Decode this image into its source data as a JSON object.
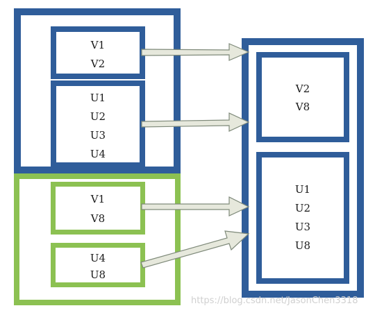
{
  "left_blue_group": {
    "box_v": {
      "lines": [
        "V1",
        "V2"
      ]
    },
    "box_u": {
      "lines": [
        "U1",
        "U2",
        "U3",
        "U4"
      ]
    }
  },
  "left_green_group": {
    "box_v": {
      "lines": [
        "V1",
        "V8"
      ]
    },
    "box_u": {
      "lines": [
        "U4",
        "U8"
      ]
    }
  },
  "right_group": {
    "box_v": {
      "lines": [
        "V2",
        "V8"
      ]
    },
    "box_u": {
      "lines": [
        "U1",
        "U2",
        "U3",
        "U8"
      ]
    }
  },
  "watermark": "https://blog.csdn.net/JasonChen3318",
  "colors": {
    "blue": "#2f5d9a",
    "green": "#8cc152",
    "arrow_fill": "#e6e8dc",
    "arrow_stroke": "#7f8a7a"
  }
}
